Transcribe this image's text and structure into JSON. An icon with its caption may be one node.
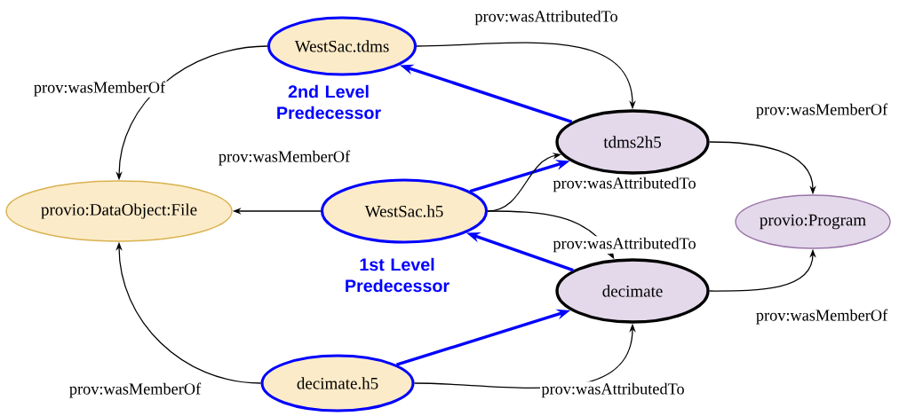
{
  "diagram": {
    "nodes": [
      {
        "text": [
          "WestSac.tdms"
        ],
        "beside": [
          "2nd Level Predecessor"
        ]
      },
      {
        "text": [
          "tdms2h5"
        ]
      },
      {
        "text": [
          "provio:DataObject:File"
        ]
      },
      {
        "text": [
          "WestSac.h5"
        ],
        "beside": [
          "1st Level Predecessor"
        ]
      },
      {
        "text": [
          "provio:Program"
        ]
      },
      {
        "text": [
          "decimate"
        ]
      },
      {
        "text": [
          "decimate.h5"
        ]
      }
    ],
    "edges": [
      {
        "from": 0,
        "to": 2,
        "arrow": "to",
        "label": "prov:wasMemberOf"
      },
      {
        "from": 0,
        "to": 1,
        "arrow": "to",
        "label": "prov:wasAttributedTo"
      },
      {
        "from": 1,
        "to": 0,
        "arrow": "to",
        "style": "thick",
        "color": "#0000ff"
      },
      {
        "from": 3,
        "to": 1,
        "arrow": "to",
        "style": "thick",
        "color": "#0000ff"
      },
      {
        "from": 3,
        "to": 1,
        "arrow": "to",
        "label": "prov:wasAttributedTo"
      },
      {
        "from": 3,
        "to": 2,
        "arrow": "to",
        "label": "prov:wasMemberOf"
      },
      {
        "from": 3,
        "to": 5,
        "arrow": "to",
        "label": "prov:wasAttributedTo"
      },
      {
        "from": 5,
        "to": 3,
        "arrow": "to",
        "style": "thick",
        "color": "#0000ff"
      },
      {
        "from": 1,
        "to": 4,
        "arrow": "to",
        "label": "prov:wasMemberOf"
      },
      {
        "from": 5,
        "to": 4,
        "arrow": "to",
        "label": "prov:wasMemberOf"
      },
      {
        "from": 6,
        "to": 2,
        "arrow": "to",
        "label": "prov:wasMemberOf"
      },
      {
        "from": 6,
        "to": 5,
        "arrow": "to",
        "style": "thick",
        "color": "#0000ff"
      },
      {
        "from": 6,
        "to": 5,
        "arrow": "to",
        "label": "prov:wasAttributedTo"
      }
    ]
  }
}
